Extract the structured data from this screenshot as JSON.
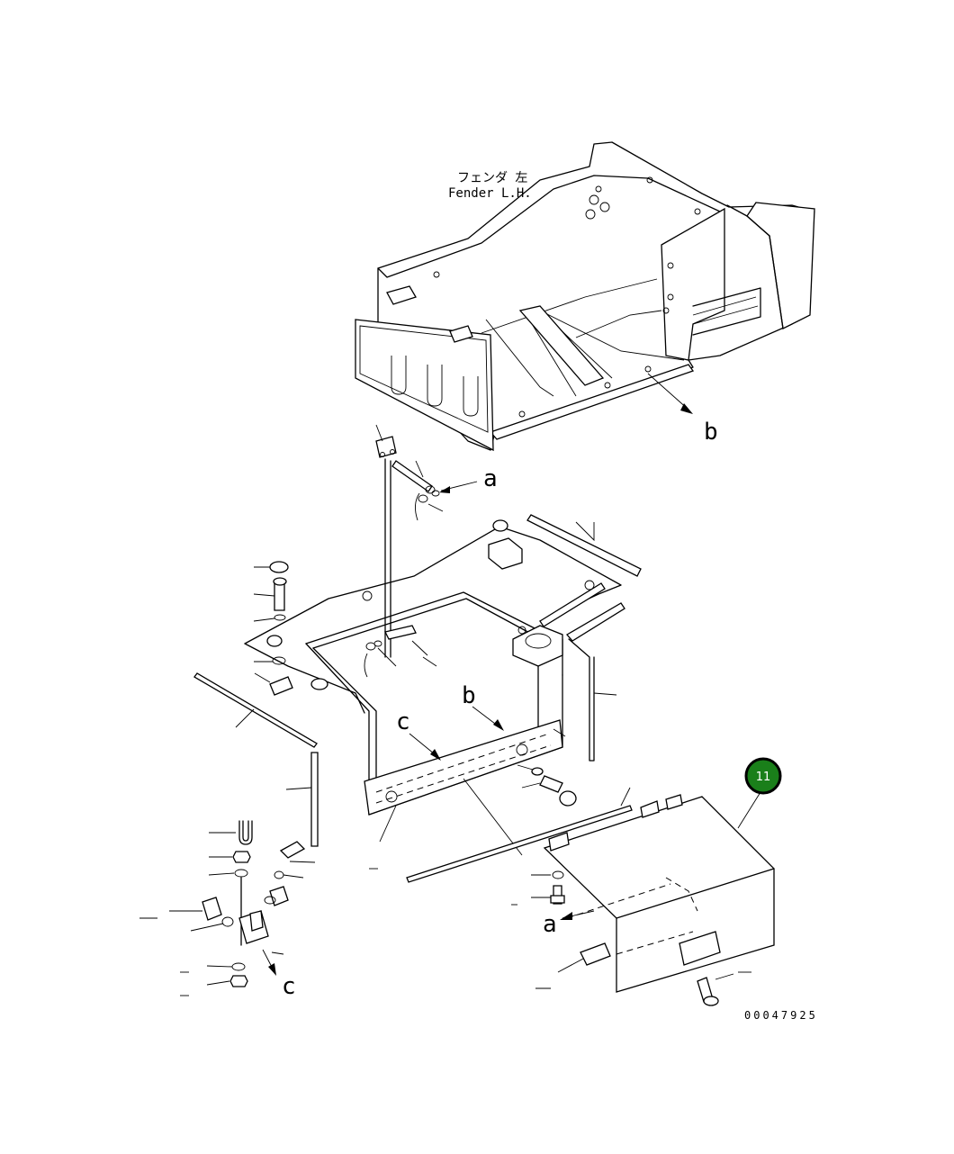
{
  "title_jp": "フェンダ 左",
  "title_en": "Fender L.H.",
  "ref_letters": {
    "a1": "a",
    "a2": "a",
    "b1": "b",
    "b2": "b",
    "c1": "c",
    "c2": "c"
  },
  "callout_badge": "11",
  "drawing_number": "00047925",
  "colors": {
    "badge_fill": "#1a7f1a",
    "line": "#000000",
    "background": "#ffffff"
  }
}
